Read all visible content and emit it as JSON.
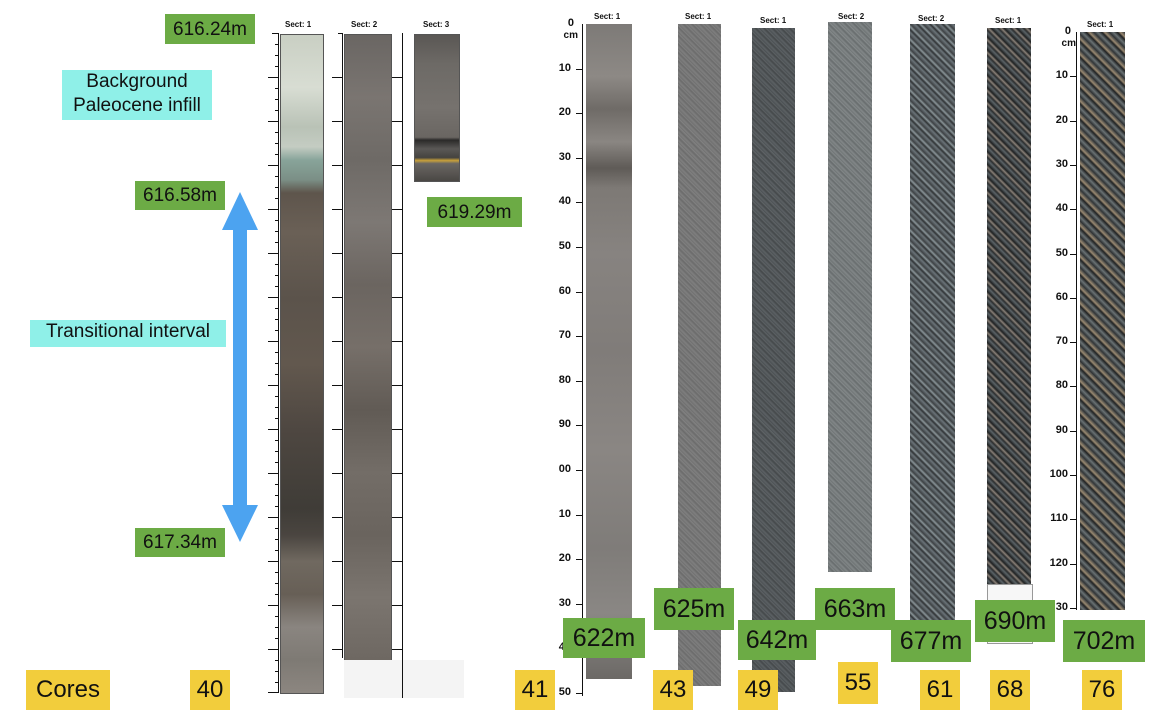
{
  "depth_labels": {
    "top_616_24": "616.24m",
    "d616_58": "616.58m",
    "d617_34": "617.34m",
    "d619_29": "619.29m"
  },
  "interval_labels": {
    "background": "Background\nPaleocene infill",
    "transitional": "Transitional interval"
  },
  "section_labels": {
    "sect1": "Sect: 1",
    "sect2": "Sect: 2",
    "sect3": "Sect: 3"
  },
  "scale": {
    "zero": "0",
    "unit": "cm",
    "left_ticks": [
      "0",
      "10",
      "20",
      "30",
      "40",
      "50",
      "60",
      "70",
      "80",
      "90",
      "00",
      "10",
      "20",
      "30",
      "40",
      "50"
    ],
    "right_ticks": [
      "0",
      "10",
      "20",
      "30",
      "40",
      "50",
      "60",
      "70",
      "80",
      "90",
      "100",
      "110",
      "120",
      "30"
    ]
  },
  "core_depths": [
    "622m",
    "625m",
    "642m",
    "663m",
    "677m",
    "690m",
    "702m"
  ],
  "cores_row": {
    "label": "Cores",
    "numbers": [
      "40",
      "41",
      "43",
      "49",
      "55",
      "61",
      "68",
      "76"
    ]
  },
  "colors": {
    "green_label": "#6cab45",
    "cyan_label": "#8ff0e8",
    "yellow_label": "#f2cd3c",
    "arrow_blue": "#4ca3f0"
  }
}
